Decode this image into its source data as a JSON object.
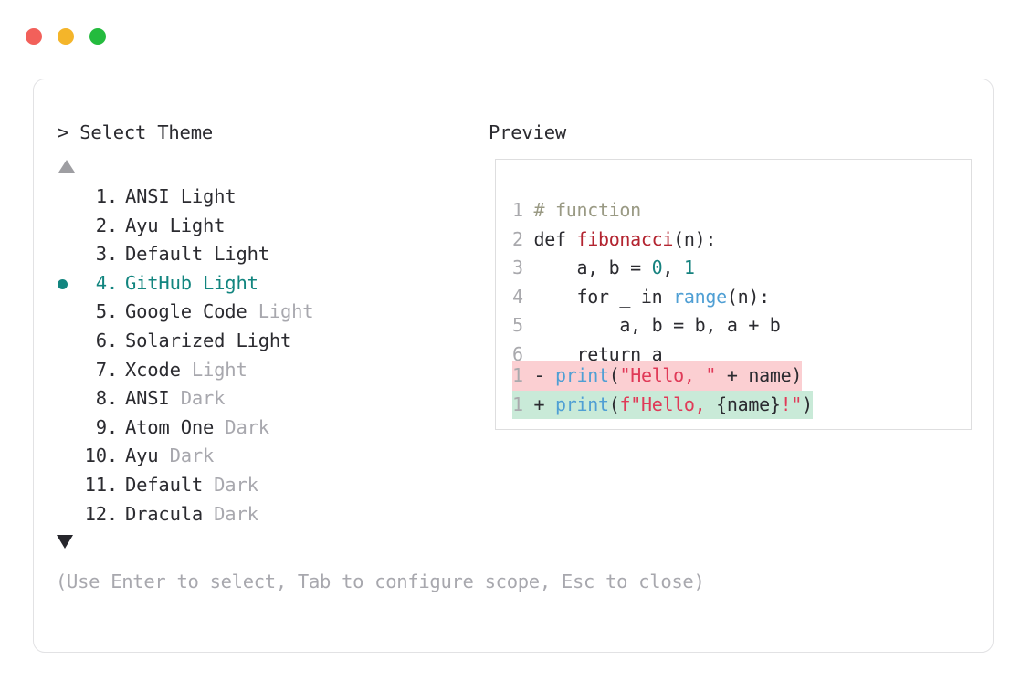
{
  "window": {
    "controls": [
      {
        "name": "close",
        "color": "#f2605a"
      },
      {
        "name": "minimize",
        "color": "#f4b52a"
      },
      {
        "name": "maximize",
        "color": "#24bb3e"
      }
    ]
  },
  "prompt": {
    "marker": ">",
    "title": "Select Theme",
    "header_text": "> Select Theme"
  },
  "preview": {
    "header": "Preview"
  },
  "scroll": {
    "up_indicator": "▲",
    "down_indicator": "▼",
    "up_color": "#9e9ea2",
    "down_color": "#26262c"
  },
  "theme_list": {
    "selected_index": 4,
    "selected_color": "#12857f",
    "dim_color": "#a8a8ae",
    "text_color": "#2b2b30",
    "items": [
      {
        "num": "1.",
        "name": "ANSI",
        "variant": "Light",
        "variant_dim": false,
        "selected": false
      },
      {
        "num": "2.",
        "name": "Ayu",
        "variant": "Light",
        "variant_dim": false,
        "selected": false
      },
      {
        "num": "3.",
        "name": "Default",
        "variant": "Light",
        "variant_dim": false,
        "selected": false
      },
      {
        "num": "4.",
        "name": "GitHub",
        "variant": "Light",
        "variant_dim": false,
        "selected": true
      },
      {
        "num": "5.",
        "name": "Google Code",
        "variant": "Light",
        "variant_dim": true,
        "selected": false
      },
      {
        "num": "6.",
        "name": "Solarized",
        "variant": "Light",
        "variant_dim": false,
        "selected": false
      },
      {
        "num": "7.",
        "name": "Xcode",
        "variant": "Light",
        "variant_dim": true,
        "selected": false
      },
      {
        "num": "8.",
        "name": "ANSI",
        "variant": "Dark",
        "variant_dim": true,
        "selected": false
      },
      {
        "num": "9.",
        "name": "Atom One",
        "variant": "Dark",
        "variant_dim": true,
        "selected": false
      },
      {
        "num": "10.",
        "name": "Ayu",
        "variant": "Dark",
        "variant_dim": true,
        "selected": false
      },
      {
        "num": "11.",
        "name": "Default",
        "variant": "Dark",
        "variant_dim": true,
        "selected": false
      },
      {
        "num": "12.",
        "name": "Dracula",
        "variant": "Dark",
        "variant_dim": true,
        "selected": false
      }
    ]
  },
  "code_preview": {
    "language": "python",
    "lines": [
      {
        "num": "1",
        "tokens": [
          {
            "t": "# function",
            "c": "comment"
          }
        ]
      },
      {
        "num": "2",
        "tokens": [
          {
            "t": "def ",
            "c": "plain"
          },
          {
            "t": "fibonacci",
            "c": "func"
          },
          {
            "t": "(n):",
            "c": "plain"
          }
        ]
      },
      {
        "num": "3",
        "tokens": [
          {
            "t": "    a, b = ",
            "c": "plain"
          },
          {
            "t": "0",
            "c": "num"
          },
          {
            "t": ", ",
            "c": "plain"
          },
          {
            "t": "1",
            "c": "num"
          }
        ]
      },
      {
        "num": "4",
        "tokens": [
          {
            "t": "    for _ in ",
            "c": "plain"
          },
          {
            "t": "range",
            "c": "builtin"
          },
          {
            "t": "(n):",
            "c": "plain"
          }
        ]
      },
      {
        "num": "5",
        "tokens": [
          {
            "t": "        a, b = b, a + b",
            "c": "plain"
          }
        ]
      },
      {
        "num": "6",
        "tokens": [
          {
            "t": "    return a",
            "c": "plain"
          }
        ]
      }
    ],
    "diff": [
      {
        "num": "1",
        "mark": "-",
        "kind": "removed",
        "bg": "#fbcfd2",
        "tokens": [
          {
            "t": "print",
            "c": "builtin"
          },
          {
            "t": "(",
            "c": "plain"
          },
          {
            "t": "\"Hello, \"",
            "c": "str"
          },
          {
            "t": " + name)",
            "c": "plain"
          }
        ]
      },
      {
        "num": "1",
        "mark": "+",
        "kind": "added",
        "bg": "#c9ead8",
        "tokens": [
          {
            "t": "print",
            "c": "builtin"
          },
          {
            "t": "(",
            "c": "plain"
          },
          {
            "t": "f",
            "c": "fprefix"
          },
          {
            "t": "\"Hello, ",
            "c": "str"
          },
          {
            "t": "{name}",
            "c": "plain"
          },
          {
            "t": "!",
            "c": "str"
          },
          {
            "t": "\"",
            "c": "str"
          },
          {
            "t": ")",
            "c": "plain"
          }
        ]
      }
    ]
  },
  "hint": {
    "text": "(Use Enter to select, Tab to configure scope, Esc to close)"
  }
}
